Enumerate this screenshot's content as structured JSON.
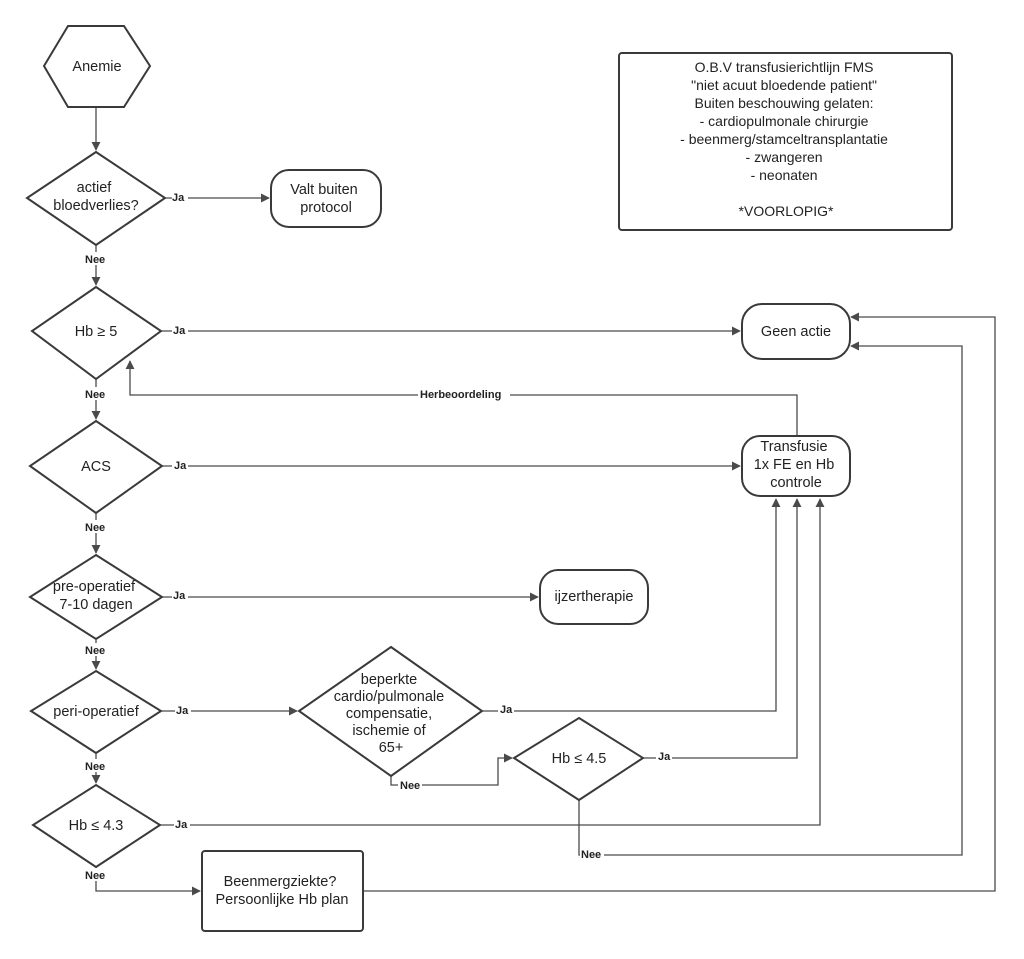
{
  "nodes": {
    "anemie": "Anemie",
    "bloedverlies": [
      "actief",
      "bloedverlies?"
    ],
    "buiten_protocol": [
      "Valt buiten",
      "protocol"
    ],
    "hb5": "Hb ≥ 5",
    "geen_actie": "Geen actie",
    "acs": "ACS",
    "transfusie": [
      "Transfusie",
      "1x FE en Hb",
      "controle"
    ],
    "preop": [
      "pre-operatief",
      "7-10 dagen"
    ],
    "ijzertherapie": "ijzertherapie",
    "periop": "peri-operatief",
    "beperkte": [
      "beperkte",
      "cardio/pulmonale",
      "compensatie,",
      "ischemie of",
      "65+"
    ],
    "hb45": "Hb ≤ 4.5",
    "hb43": "Hb ≤ 4.3",
    "beenmerg": [
      "Beenmergziekte?",
      "Persoonlijke Hb plan"
    ]
  },
  "note": [
    "O.B.V transfusierichtlijn FMS",
    "\"niet acuut bloedende patient\"",
    "Buiten beschouwing gelaten:",
    "- cardiopulmonale chirurgie",
    "- beenmerg/stamceltransplantatie",
    "- zwangeren",
    "- neonaten",
    "",
    "*VOORLOPIG*"
  ],
  "edge_labels": {
    "ja": "Ja",
    "nee": "Nee",
    "herbeoordeling": "Herbeoordeling"
  }
}
